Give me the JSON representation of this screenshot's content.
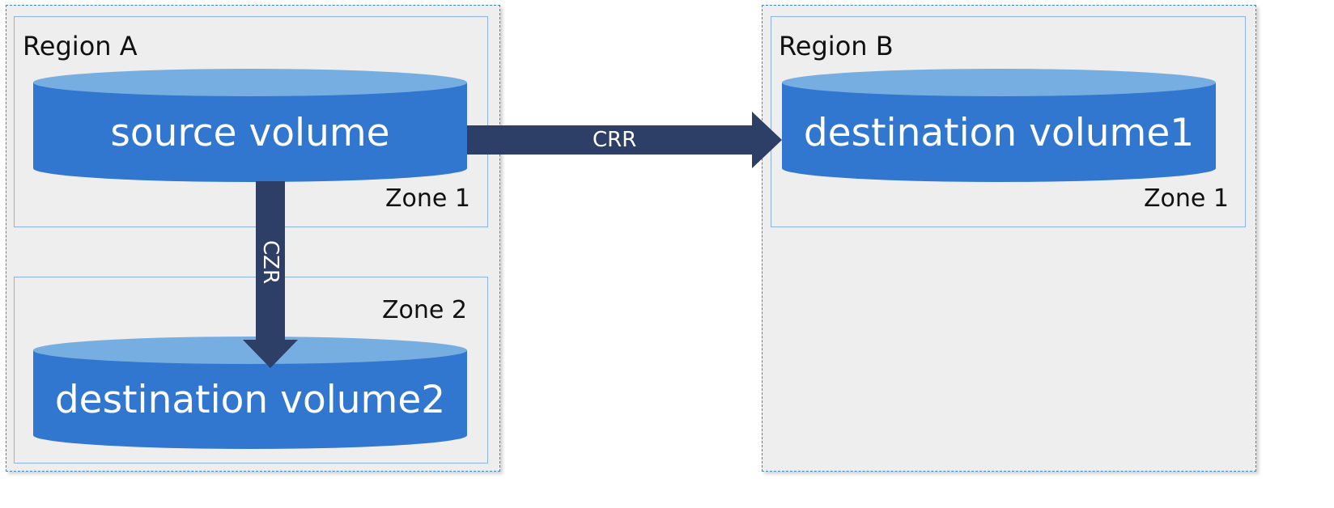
{
  "colors": {
    "region_fill": "#eeeeee",
    "region_border": "#3c86d0",
    "zone_border": "#8db3de",
    "cylinder_body": "#3176cf",
    "cylinder_top": "#77aee2",
    "arrow": "#2e3f67"
  },
  "regions": [
    {
      "label": "Region A",
      "zones": [
        {
          "label": "Zone 1"
        },
        {
          "label": "Zone 2"
        }
      ]
    },
    {
      "label": "Region B",
      "zones": [
        {
          "label": "Zone 1"
        }
      ]
    }
  ],
  "volumes": {
    "source": "source volume",
    "destination1": "destination volume1",
    "destination2": "destination volume2"
  },
  "links": {
    "crr": "CRR",
    "czr": "CZR"
  }
}
